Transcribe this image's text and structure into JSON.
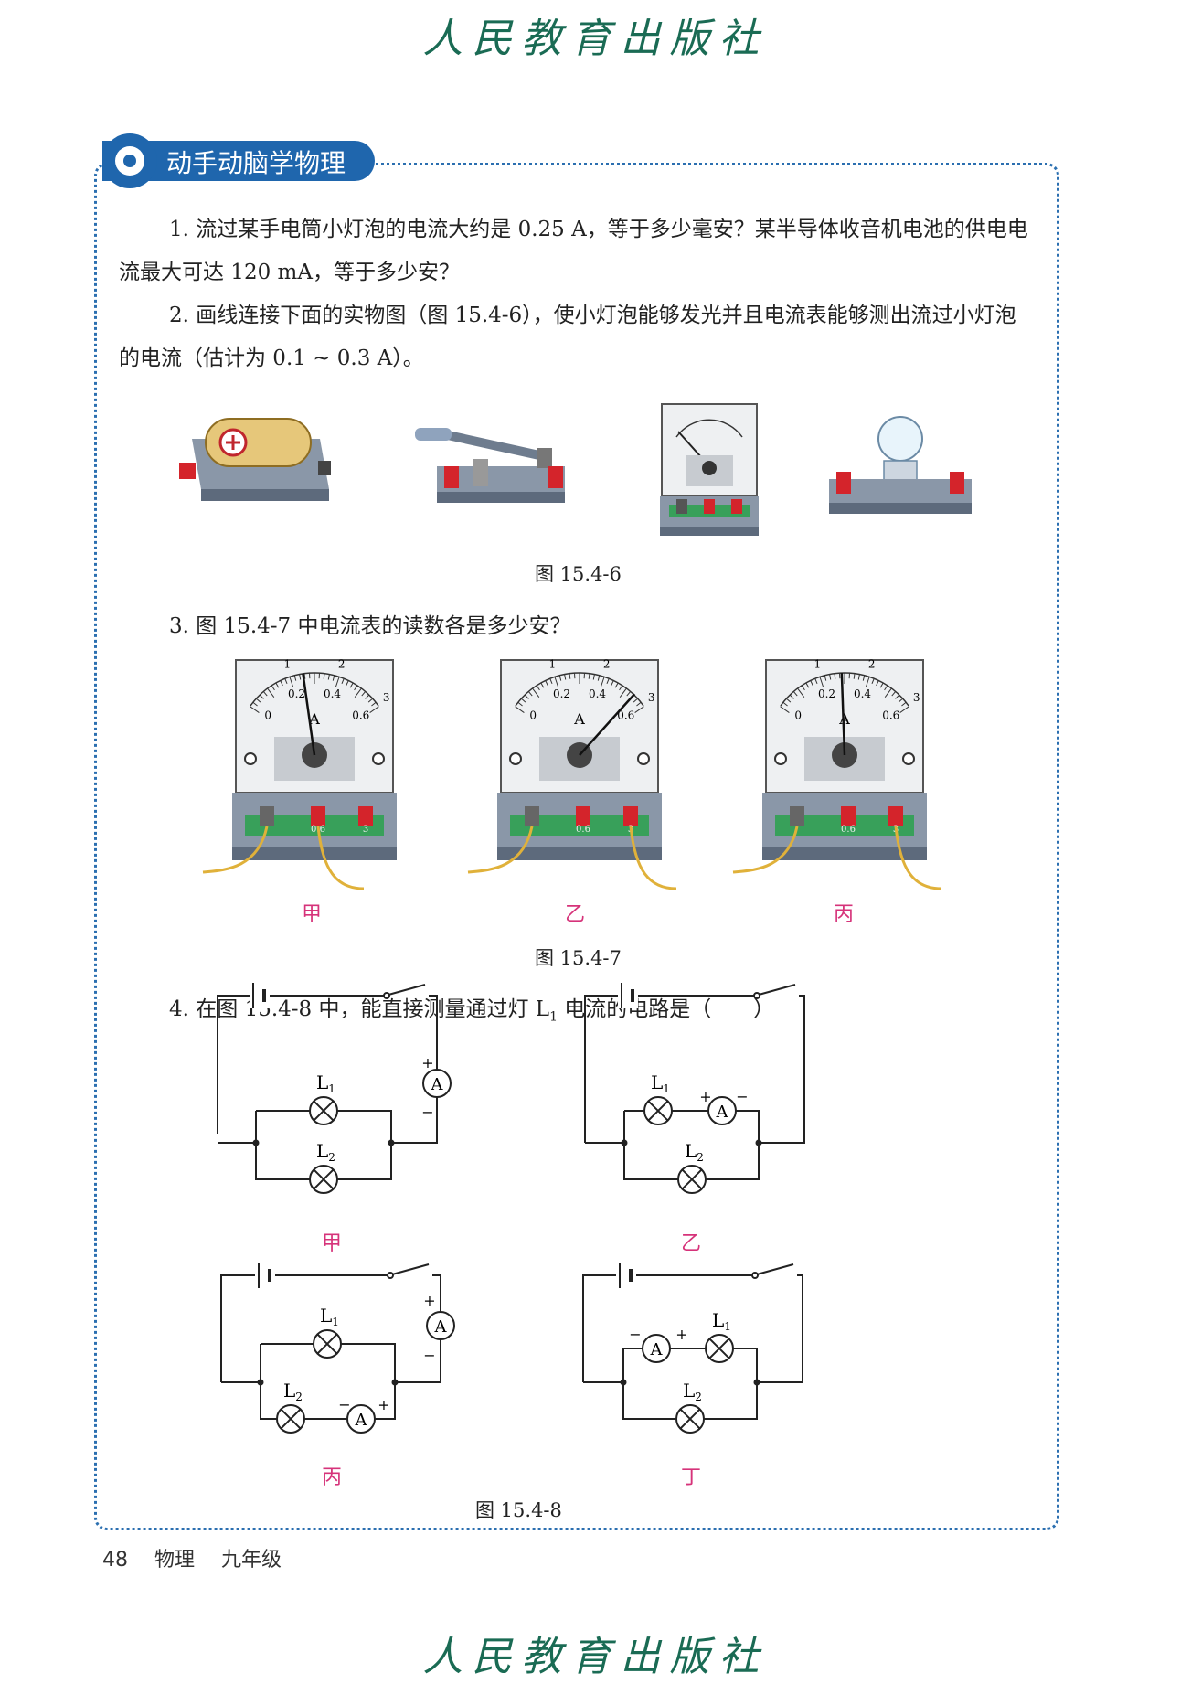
{
  "publisher": "人民教育出版社",
  "section_title": "动手动脑学物理",
  "q1": "1. 流过某手电筒小灯泡的电流大约是 0.25 A，等于多少毫安？某半导体收音机电池的供电电流最大可达 120 mA，等于多少安？",
  "q2": "2. 画线连接下面的实物图（图 15.4-6），使小灯泡能够发光并且电流表能够测出流过小灯泡的电流（估计为 0.1 ~ 0.3 A）。",
  "fig6_caption": "图 15.4-6",
  "q3": "3. 图 15.4-7 中电流表的读数各是多少安？",
  "fig7_labels": [
    "甲",
    "乙",
    "丙"
  ],
  "fig7_caption": "图 15.4-7",
  "q4_pre": "4. 在图 15.4-8 中，能直接测量通过灯 L",
  "q4_sub": "1",
  "q4_post": " 电流的电路是（　　）",
  "fig8_labels": [
    "甲",
    "乙",
    "丙",
    "丁"
  ],
  "fig8_caption": "图 15.4-8",
  "meter": {
    "unit": "A",
    "ticks_top": [
      "1",
      "2",
      "3"
    ],
    "ticks_bottom": [
      "0",
      "0.2",
      "0.4",
      "0.6"
    ],
    "terminals": [
      "0.6",
      "3"
    ]
  },
  "circuit": {
    "L1": "L",
    "L2": "L",
    "sub1": "1",
    "sub2": "2",
    "ammeter": "A",
    "plus": "+",
    "minus": "−"
  },
  "footer": {
    "page": "48",
    "subject": "物理",
    "grade": "九年级"
  }
}
